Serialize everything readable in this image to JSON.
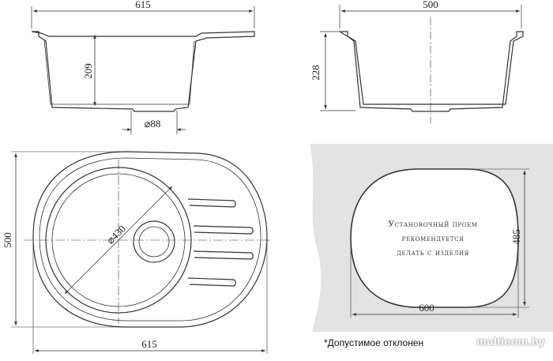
{
  "side_view_left": {
    "width_label": "615",
    "height_label": "209",
    "drain_label": "⌀88"
  },
  "side_view_right": {
    "width_label": "500",
    "height_label": "228"
  },
  "top_view": {
    "width_label": "615",
    "height_label": "500",
    "bowl_label": "⌀430"
  },
  "cutout": {
    "line1": "Установочный проем",
    "line2": "рекомендуется",
    "line3": "делать с изделия",
    "width_label": "600",
    "height_label": "485"
  },
  "footnote": "*Допустимое отклонен",
  "watermark": "multicom.by",
  "colors": {
    "line": "#333333",
    "countertop": "#e3e3e3",
    "watermark": "#ffffff"
  }
}
